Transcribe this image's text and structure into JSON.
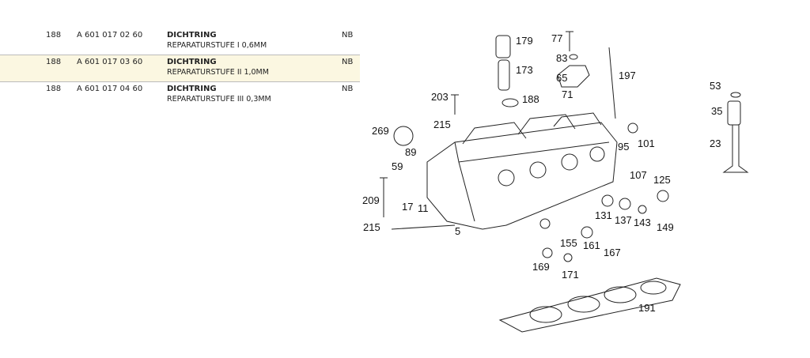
{
  "parts_table": {
    "rows": [
      {
        "pos": "188",
        "part_no": "A 601 017 02 60",
        "name": "DICHTRING",
        "desc": "REPARATURSTUFE I 0,6MM",
        "code": "NB",
        "selected": false
      },
      {
        "pos": "188",
        "part_no": "A 601 017 03 60",
        "name": "DICHTRING",
        "desc": "REPARATURSTUFE II 1,0MM",
        "code": "NB",
        "selected": true
      },
      {
        "pos": "188",
        "part_no": "A 601 017 04 60",
        "name": "DICHTRING",
        "desc": "REPARATURSTUFE III 0,3MM",
        "code": "NB",
        "selected": false
      }
    ]
  },
  "diagram": {
    "labels": [
      "179",
      "77",
      "83",
      "173",
      "65",
      "197",
      "71",
      "188",
      "203",
      "53",
      "35",
      "215",
      "269",
      "95",
      "101",
      "23",
      "89",
      "59",
      "107",
      "125",
      "209",
      "17",
      "11",
      "131",
      "137",
      "143",
      "149",
      "215",
      "5",
      "155",
      "161",
      "167",
      "169",
      "171",
      "191"
    ]
  }
}
